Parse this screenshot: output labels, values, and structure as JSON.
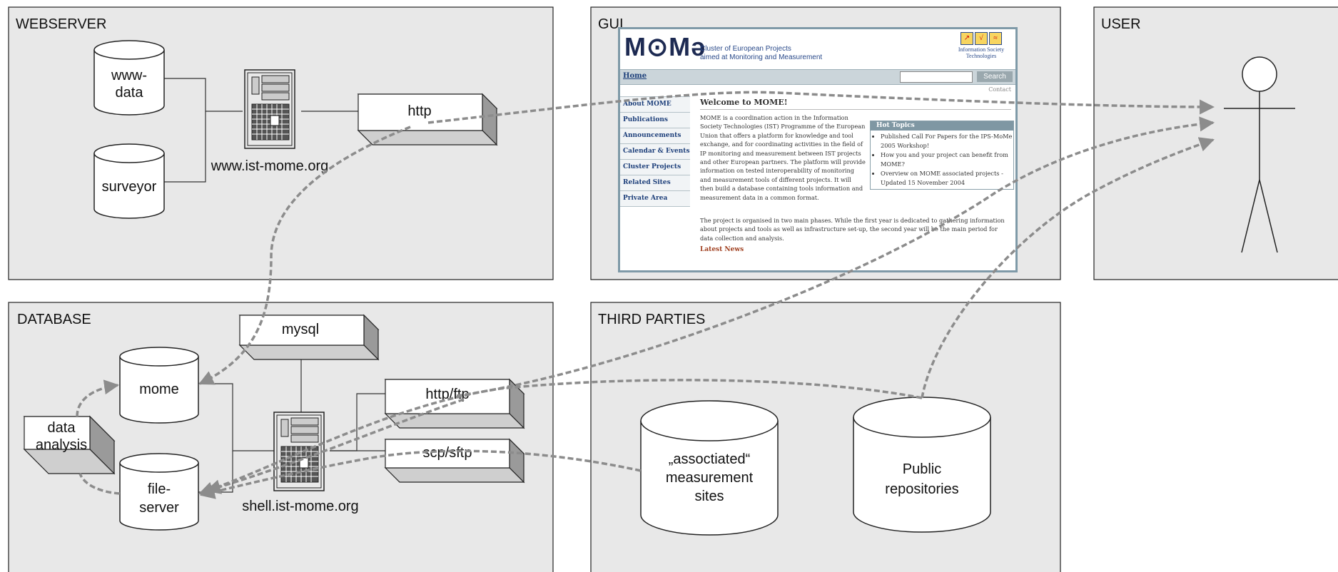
{
  "zones": {
    "webserver": "WEBSERVER",
    "gui": "GUI",
    "user": "USER",
    "database": "DATABASE",
    "third_parties": "THIRD PARTIES"
  },
  "nodes": {
    "www_data": [
      "www-",
      "data"
    ],
    "surveyor": "surveyor",
    "http": "http",
    "www_host": "www.ist-mome.org",
    "mysql": "mysql",
    "mome": "mome",
    "data_analysis": [
      "data",
      "analysis"
    ],
    "file_server": [
      "file-",
      "server"
    ],
    "http_ftp": "http/ftp",
    "scp_sftp": "scp/sftp",
    "shell_host": "shell.ist-mome.org",
    "associated_sites": [
      "„assoctiated“",
      "measurement",
      "sites"
    ],
    "public_repos": [
      "Public",
      "repositories"
    ]
  },
  "website": {
    "logo": "M⊙Mə",
    "tagline_1": "Cluster of European Projects",
    "tagline_2": "aimed at Monitoring and Measurement",
    "ist_label": "Information Society Technologies",
    "home": "Home",
    "search": "Search",
    "contact": "Contact",
    "menu": [
      "About MOME",
      "Publications",
      "Announcements",
      "Calendar & Events",
      "Cluster Projects",
      "Related Sites",
      "Private Area"
    ],
    "welcome": "Welcome to MOME!",
    "intro": "MOME is a coordination action in the Information Society Technologies (IST) Programme of the European Union that offers a platform for knowledge and tool exchange, and for coordinating activities in the field of IP monitoring and measurement between IST projects and other European partners. The platform will provide information on tested interoperability of monitoring and measurement tools of different projects. It will then build a database containing tools information and measurement data in a common format.",
    "hot_title": "Hot Topics",
    "hot_items": [
      "Published Call For Papers for the IPS-MoMe 2005 Workshop!",
      "How you and your project can benefit from MOME?",
      "Overview on MOME associated projects - Updated 15 November 2004"
    ],
    "phases": "The project is organised in two main phases. While the first year is dedicated to gathering information about projects and tools as well as infrastructure set-up, the second year will be the main period for data collection and analysis.",
    "latest": "Latest News"
  },
  "colors": {
    "zone_fill": "#e8e8e8",
    "flow_arrow": "#8c8c8c"
  }
}
